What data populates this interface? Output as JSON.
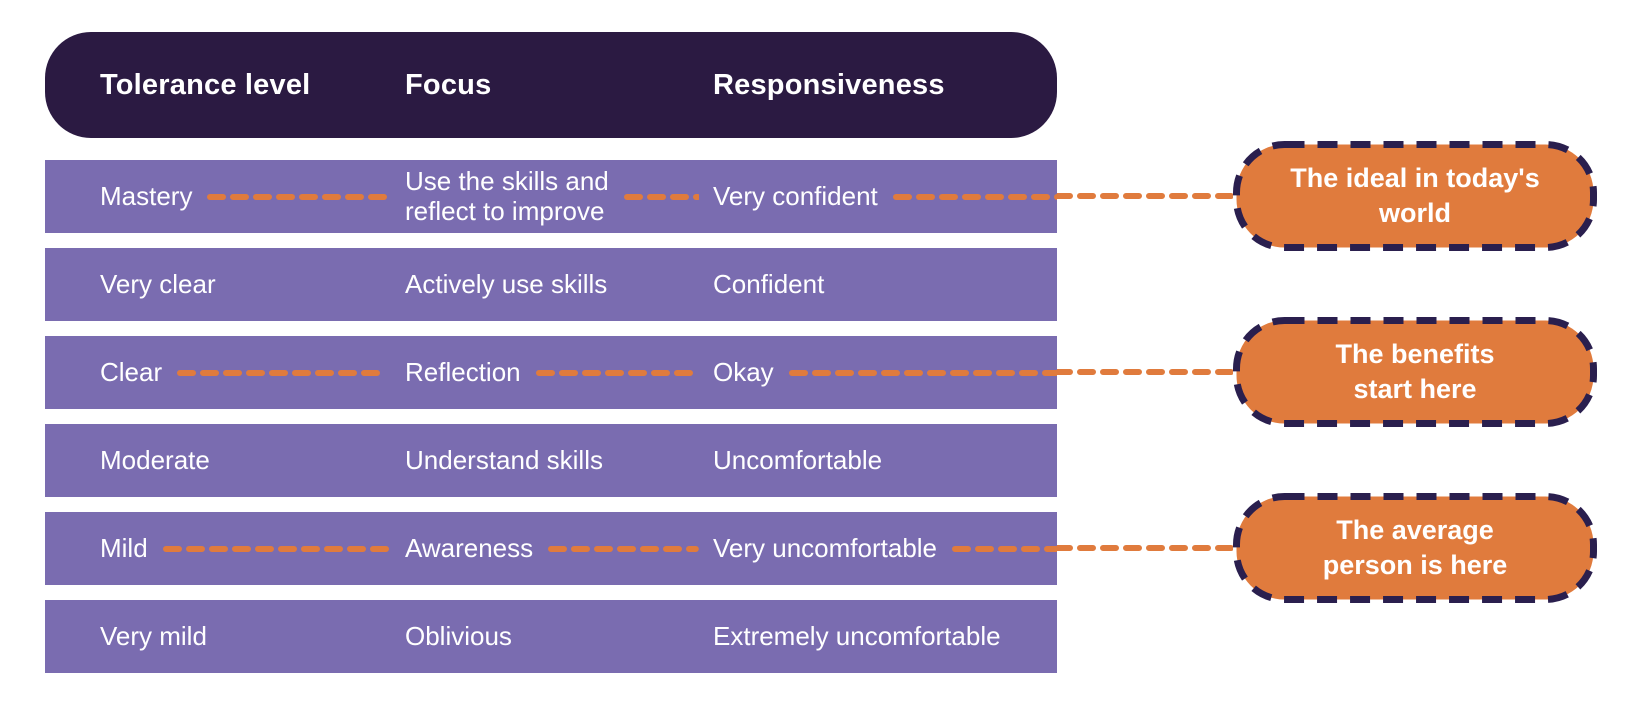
{
  "colors": {
    "page_bg": "#ffffff",
    "header_bg": "#2b1a42",
    "row_bg": "#7a6cb0",
    "orange": "#e07b3d",
    "callout_border": "#2a1f4e",
    "text": "#ffffff"
  },
  "table": {
    "headers": [
      "Tolerance level",
      "Focus",
      "Responsiveness"
    ],
    "rows": [
      {
        "connected": true,
        "cells": [
          [
            "Mastery"
          ],
          [
            "Use the skills and",
            "reflect to improve"
          ],
          [
            "Very confident"
          ]
        ]
      },
      {
        "connected": false,
        "cells": [
          [
            "Very clear"
          ],
          [
            "Actively use skills"
          ],
          [
            "Confident"
          ]
        ]
      },
      {
        "connected": true,
        "cells": [
          [
            "Clear"
          ],
          [
            "Reflection"
          ],
          [
            "Okay"
          ]
        ]
      },
      {
        "connected": false,
        "cells": [
          [
            "Moderate"
          ],
          [
            "Understand skills"
          ],
          [
            "Uncomfortable"
          ]
        ]
      },
      {
        "connected": true,
        "cells": [
          [
            "Mild"
          ],
          [
            "Awareness"
          ],
          [
            "Very uncomfortable"
          ]
        ]
      },
      {
        "connected": false,
        "cells": [
          [
            "Very mild"
          ],
          [
            "Oblivious"
          ],
          [
            "Extremely uncomfortable"
          ]
        ]
      }
    ]
  },
  "callouts": [
    {
      "lines": [
        "The ideal in today's",
        "world"
      ],
      "text": "The ideal in today's world"
    },
    {
      "lines": [
        "The benefits",
        "start here"
      ],
      "text": "The benefits start here"
    },
    {
      "lines": [
        "The average",
        "person is here"
      ],
      "text": "The average person is here"
    }
  ],
  "connections": [
    {
      "from_row": "Mastery",
      "to_callout": "The ideal in today's world"
    },
    {
      "from_row": "Clear",
      "to_callout": "The benefits start here"
    },
    {
      "from_row": "Mild",
      "to_callout": "The average person is here"
    }
  ]
}
